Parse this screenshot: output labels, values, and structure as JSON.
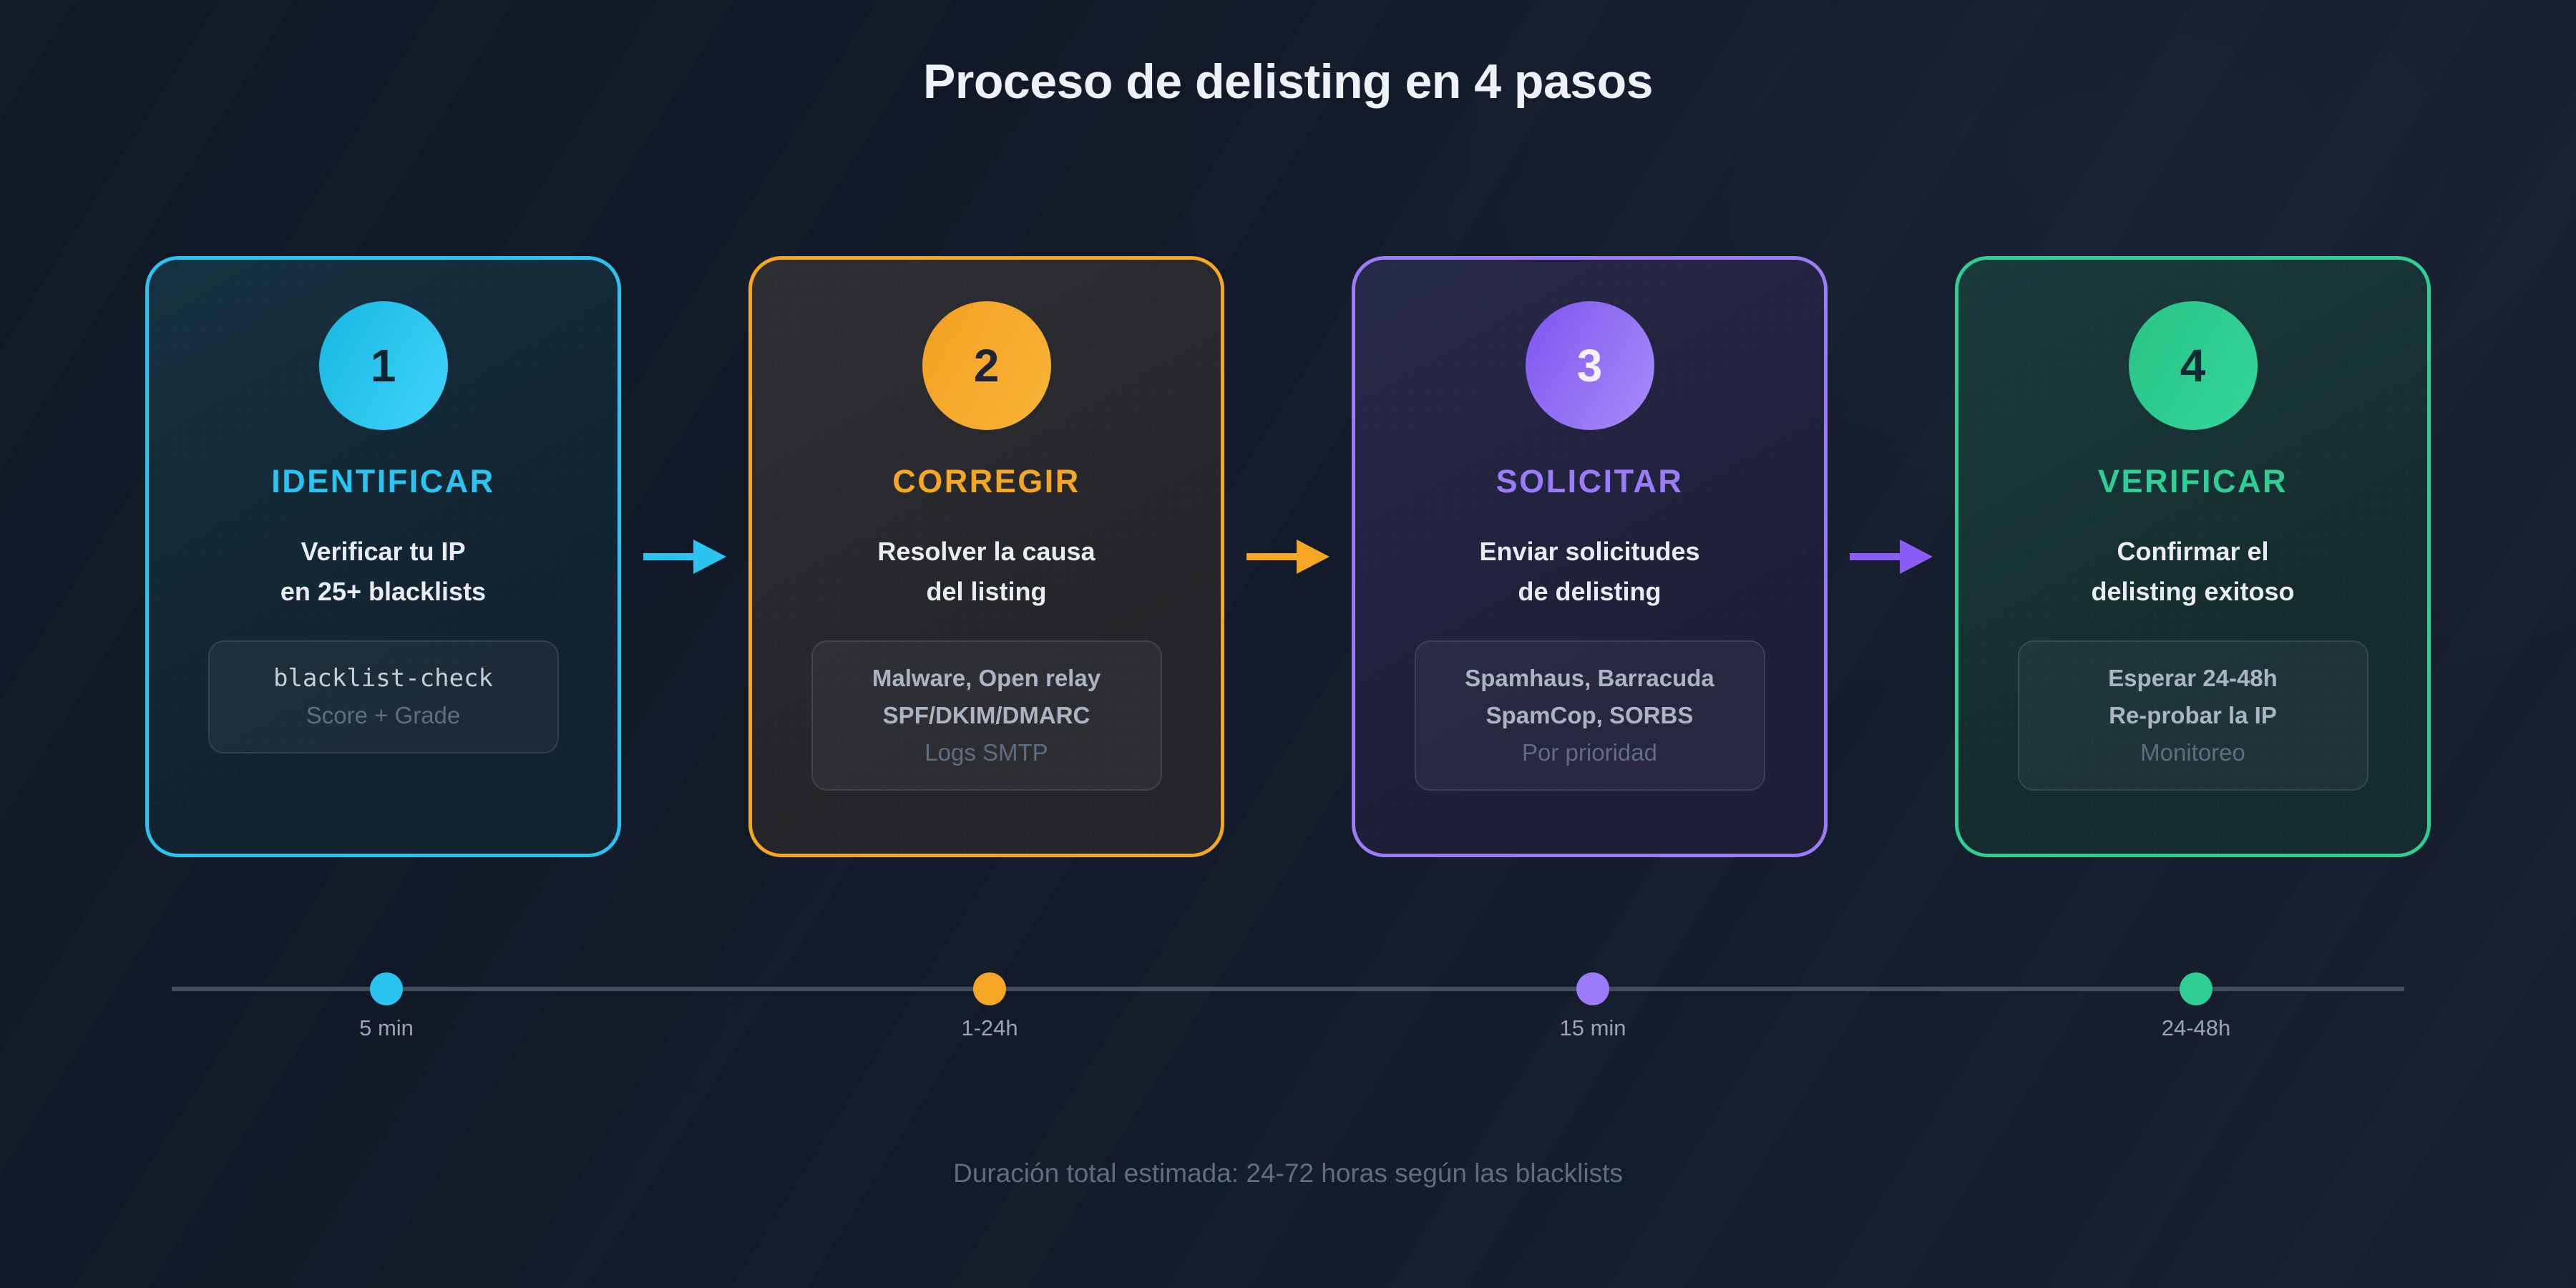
{
  "page": {
    "title": "Proceso de delisting en 4 pasos",
    "footer": "Duración total estimada: 24-72 horas según las blacklists",
    "background_color": "#121a29"
  },
  "steps": [
    {
      "number": "1",
      "title": "IDENTIFICAR",
      "accent": "#29c5f0",
      "circle_gradient": [
        "#17b8e0",
        "#41d3fb"
      ],
      "number_color": "#0f2133",
      "card_bg_top": "#173140",
      "card_bg_bottom": "#12222f",
      "description_line1": "Verificar tu IP",
      "description_line2": "en 25+ blacklists",
      "detail1": "blacklist-check",
      "detail2": "Score + Grade"
    },
    {
      "number": "2",
      "title": "CORREGIR",
      "accent": "#f5a623",
      "circle_gradient": [
        "#f2a01f",
        "#f9b43a"
      ],
      "number_color": "#1c2536",
      "card_bg_top": "#2e2f33",
      "card_bg_bottom": "#242528",
      "description_line1": "Resolver la causa",
      "description_line2": "del listing",
      "detail1": "Malware, Open relay",
      "detail2": "SPF/DKIM/DMARC",
      "detail3": "Logs SMTP"
    },
    {
      "number": "3",
      "title": "SOLICITAR",
      "accent": "#9b7bf8",
      "circle_gradient": [
        "#7e55f0",
        "#a88df8"
      ],
      "number_color": "#f4f1fe",
      "card_bg_top": "#272949",
      "card_bg_bottom": "#1e1f37",
      "description_line1": "Enviar solicitudes",
      "description_line2": "de delisting",
      "detail1": "Spamhaus, Barracuda",
      "detail2": "SpamCop, SORBS",
      "detail3": "Por prioridad"
    },
    {
      "number": "4",
      "title": "VERIFICAR",
      "accent": "#2fce92",
      "circle_gradient": [
        "#28c387",
        "#35d69a"
      ],
      "number_color": "#0f2b33",
      "card_bg_top": "#1b3a3c",
      "card_bg_bottom": "#142b2f",
      "description_line1": "Confirmar el",
      "description_line2": "delisting exitoso",
      "detail1": "Esperar 24-48h",
      "detail2": "Re-probar la IP",
      "detail3": "Monitoreo"
    }
  ],
  "arrows": [
    {
      "color": "#29c5f0"
    },
    {
      "color": "#f5a623"
    },
    {
      "color": "#8b5cf6"
    }
  ],
  "timeline": {
    "line_color": "#414e60",
    "points": [
      {
        "label": "5 min",
        "color": "#29c5f0"
      },
      {
        "label": "1-24h",
        "color": "#f5a623"
      },
      {
        "label": "15 min",
        "color": "#9b7bf8"
      },
      {
        "label": "24-48h",
        "color": "#2fce92"
      }
    ]
  }
}
